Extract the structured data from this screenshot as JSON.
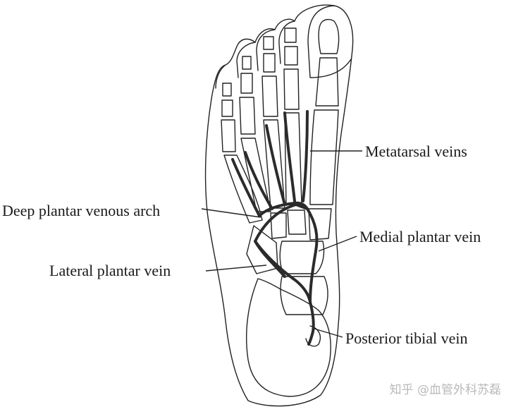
{
  "labels": {
    "metatarsal_veins": "Metatarsal veins",
    "deep_plantar_venous_arch": "Deep plantar venous arch",
    "medial_plantar_vein": "Medial plantar vein",
    "lateral_plantar_vein": "Lateral plantar vein",
    "posterior_tibial_vein": "Posterior tibial vein"
  },
  "watermark": "知乎 @血管外科苏磊",
  "colors": {
    "outline": "#222222",
    "vein": "#2b2b2b",
    "background": "#ffffff",
    "watermark": "#b9b9b9"
  }
}
